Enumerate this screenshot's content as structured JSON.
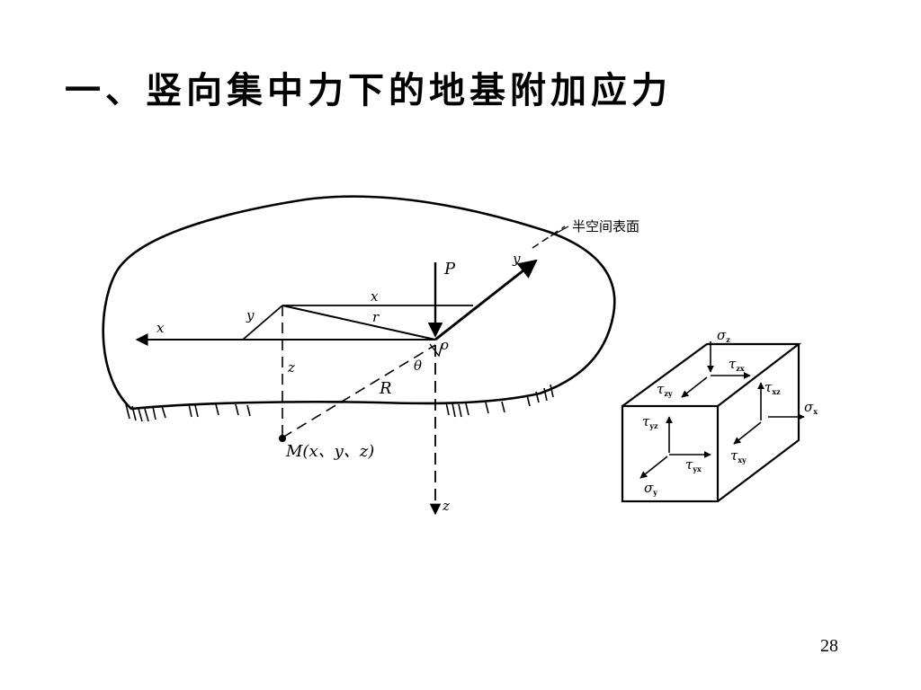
{
  "slide": {
    "title": "一、竖向集中力下的地基附加应力",
    "page_number": "28"
  },
  "figure_left": {
    "surface_label": "半空间表面",
    "load_label": "P",
    "origin_label": "o",
    "angle_label": "θ",
    "axis_x_label": "x",
    "axis_y_label": "y",
    "axis_z_label": "z",
    "segment_x_label": "x",
    "segment_y_label": "y",
    "segment_r_label": "r",
    "segment_z_label": "z",
    "segment_R_label": "R",
    "point_label": "M(x、y、z)"
  },
  "figure_right": {
    "sigma": "σ",
    "tau": "τ",
    "sub_z": "z",
    "sub_x": "x",
    "sub_y": "y",
    "sub_zx": "zx",
    "sub_xz": "xz",
    "sub_zy": "zy",
    "sub_xy": "xy",
    "sub_yz": "yz",
    "sub_yx": "yx"
  }
}
